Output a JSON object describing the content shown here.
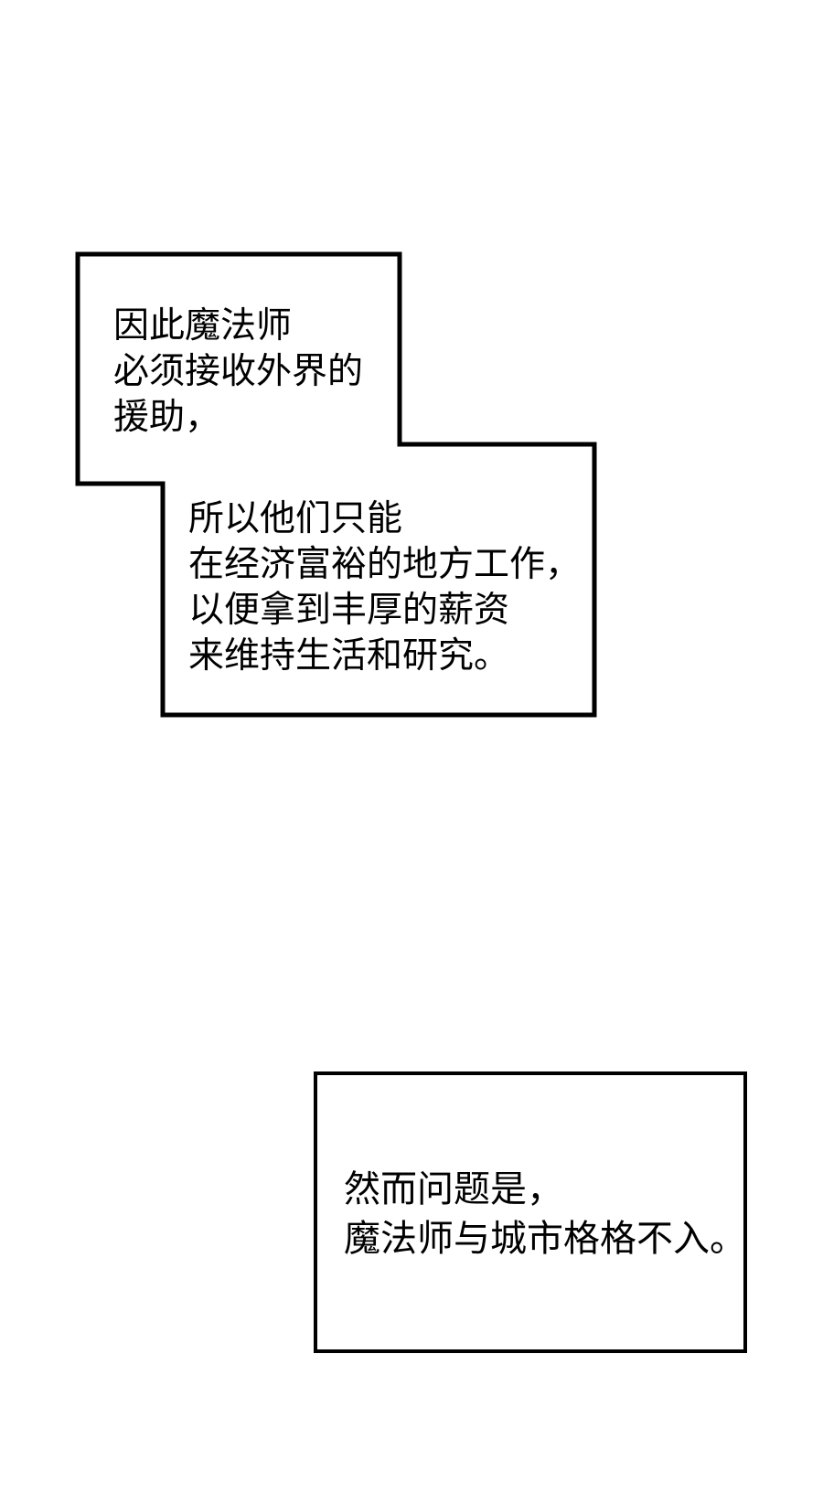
{
  "page": {
    "type": "comic-page",
    "background_color": "#ffffff",
    "ink_color": "#000000"
  },
  "bubbles": [
    {
      "id": "top-left-bubble",
      "lines": [
        "因此魔法师",
        "必须接收外界的",
        "援助，"
      ]
    },
    {
      "id": "middle-bubble",
      "lines": [
        "所以他们只能",
        "在经济富裕的地方工作，",
        "以便拿到丰厚的薪资",
        "来维持生活和研究。"
      ]
    },
    {
      "id": "bottom-bubble",
      "lines": [
        "然而问题是，",
        "魔法师与城市格格不入。"
      ]
    }
  ]
}
